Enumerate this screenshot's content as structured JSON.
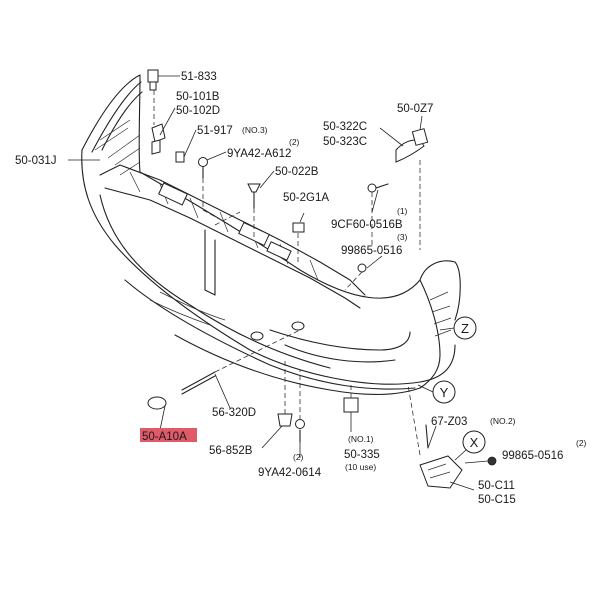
{
  "parts": {
    "p51_833": "51-833",
    "p50_101b": "50-101B",
    "p50_102d": "50-102D",
    "p51_917": "51-917",
    "p51_917_note": "(NO.3)",
    "p9ya42_a612": "9YA42-A612",
    "p9ya42_a612_qty": "(2)",
    "p50_022b": "50-022B",
    "p50_031j": "50-031J",
    "p50_322c": "50-322C",
    "p50_323c": "50-323C",
    "p50_0z7": "50-0Z7",
    "p50_2g1a": "50-2G1A",
    "p9cf60": "9CF60-0516B",
    "p9cf60_qty": "(1)",
    "p99865_a": "99865-0516",
    "p99865_a_qty": "(3)",
    "p56_320d": "56-320D",
    "p50_a10a": "50-A10A",
    "p56_852b": "56-852B",
    "p9ya42_0614": "9YA42-0614",
    "p9ya42_0614_qty": "(2)",
    "p50_335_note": "(NO.1)",
    "p50_335": "50-335",
    "p50_335_use": "(10 use)",
    "p67_z03": "67-Z03",
    "p67_z03_note": "(NO.2)",
    "p99865_b": "99865-0516",
    "p99865_b_qty": "(2)",
    "p50_c11": "50-C11",
    "p50_c15": "50-C15"
  },
  "views": {
    "z": "Z",
    "y": "Y",
    "x": "X"
  },
  "colors": {
    "highlight": "#e05a6a",
    "line": "#222222"
  }
}
